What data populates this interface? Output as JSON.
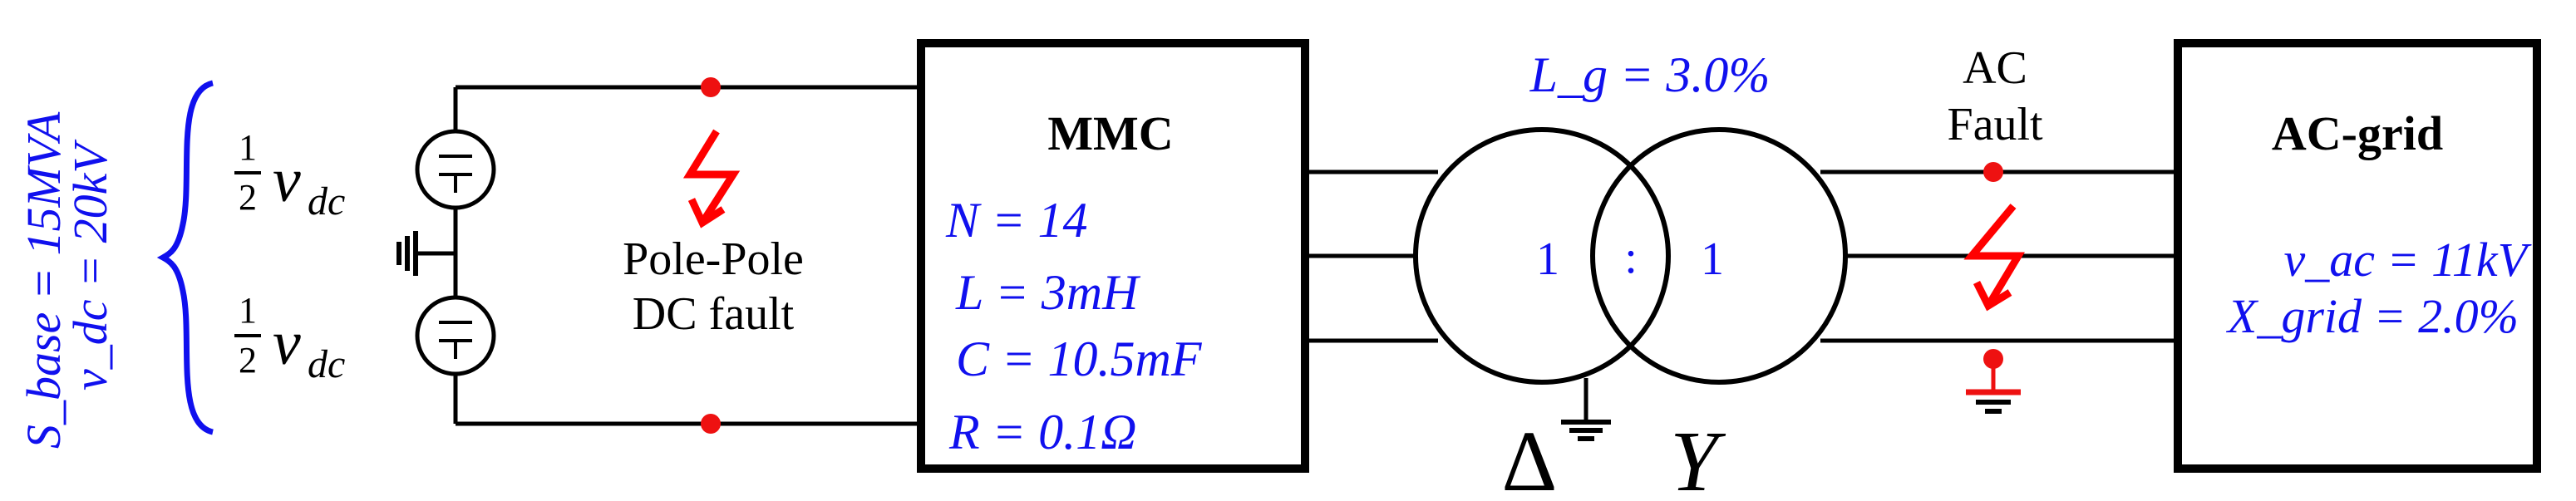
{
  "base_values": {
    "s_base": "S_base = 15MVA",
    "v_dc": "v_dc = 20kV"
  },
  "dc_source": {
    "upper_label": "½v_dc",
    "lower_label": "½v_dc",
    "source_symbol": "∓"
  },
  "dc_fault": {
    "line1": "Pole-Pole",
    "line2": "DC fault"
  },
  "mmc": {
    "title": "MMC",
    "params": [
      "N = 14",
      "L = 3mH",
      "C = 10.5mF",
      "R = 0.1Ω"
    ]
  },
  "transformer": {
    "lg": "L_g = 3.0%",
    "ratio_left": "1",
    "ratio_sep": ":",
    "ratio_right": "1",
    "primary": "Δ",
    "secondary": "Y"
  },
  "ac_fault": {
    "line1": "AC",
    "line2": "Fault"
  },
  "ac_grid": {
    "title": "AC-grid",
    "vac": "v_ac = 11kV",
    "xgrid": "X_grid = 2.0%"
  },
  "colors": {
    "line": "#000000",
    "param_text": "#1010ee",
    "fault": "#ff0000",
    "node_dot": "#ee1111"
  }
}
